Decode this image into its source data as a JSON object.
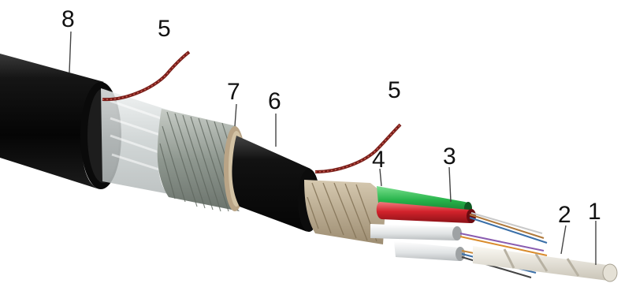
{
  "callouts": {
    "c1": "1",
    "c2": "2",
    "c3": "3",
    "c4": "4",
    "c5a": "5",
    "c5b": "5",
    "c6": "6",
    "c7": "7",
    "c8": "8"
  },
  "colors": {
    "outer_sheath": "#0b0b0b",
    "inner_sheath": "#101010",
    "armour_wires": "#9aa39b",
    "water_tape": "#d9dcdc",
    "tube_green": "#27b34a",
    "tube_red": "#d3232c",
    "tube_white": "#e8eaeb",
    "binder_tape": "#b7a78c",
    "ripcord": "#8a2a24",
    "strength_member": "#e7e4dc"
  }
}
